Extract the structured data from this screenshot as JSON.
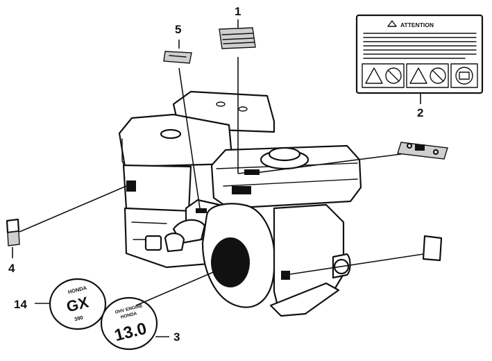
{
  "callouts": {
    "c1": "1",
    "c2": "2",
    "c3": "3",
    "c4": "4",
    "c5": "5",
    "c14": "14"
  },
  "attention_label": {
    "heading": "ATTENTION"
  },
  "emblems": {
    "left": {
      "line1": "HONDA",
      "model": "GX",
      "line3": "390"
    },
    "right": {
      "line1": "OHV ENGINE",
      "line2": "HONDA",
      "rating": "13.0"
    }
  },
  "colors": {
    "ink": "#111111",
    "paper": "#ffffff",
    "label_fill": "#cfcfcf"
  }
}
